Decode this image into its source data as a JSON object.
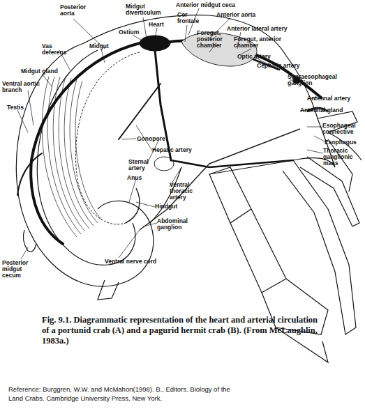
{
  "diagram": {
    "caption": "Fig. 9.1. Diagrammatic representation of the heart and arterial circulation of a portunid crab (A) and a pagurid hermit crab (B). (From McLaughlin, 1983a.)",
    "labels": [
      "Posterior aorta",
      "Midgut diverticulum",
      "Heart",
      "Ostium",
      "Anterior midgut ceca",
      "Cor frontale",
      "Anterior aorta",
      "Foregut, posterior chamber",
      "Anterior lateral artery",
      "Foregut, anterior chamber",
      "Optic artery",
      "Cephalic artery",
      "Supraesophageal ganglion",
      "Antennal artery",
      "Antennal gland",
      "Esophageal connective",
      "Esophagus",
      "Thoracic ganglionic mass",
      "Vas deferens",
      "Midgut",
      "Midgut gland",
      "Ventral aortic branch",
      "Testis",
      "Gonopore",
      "Hepatic artery",
      "Sternal artery",
      "Anus",
      "Ventral thoracic artery",
      "Hindgut",
      "Abdominal ganglion",
      "Posterior midgut cecum",
      "Ventral nerve cord",
      "Reference: Burggren, W.W. and McMahon(1998). B., Editors. Biology of the Land Crabs. Cambridge University Press, New York."
    ]
  }
}
